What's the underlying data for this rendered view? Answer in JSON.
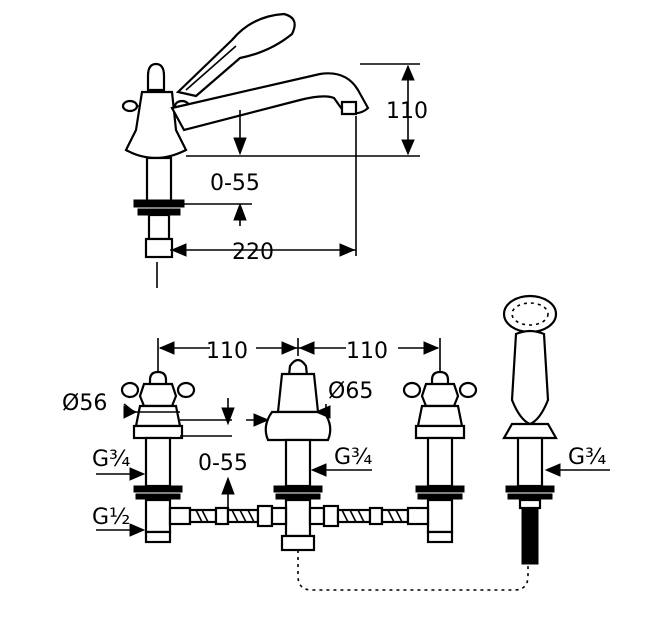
{
  "side_view": {
    "height_label": "110",
    "spout_adjust_label": "0-55",
    "reach_label": "220"
  },
  "front_view": {
    "spacing_left_label": "110",
    "spacing_right_label": "110",
    "handle_dia_label": "Ø56",
    "spout_dia_label": "Ø65",
    "left_thread_label": "G¾",
    "center_thread_label": "G¾",
    "shower_thread_label": "G¾",
    "adjust_label": "0-55",
    "inlet_thread_label": "G½"
  }
}
